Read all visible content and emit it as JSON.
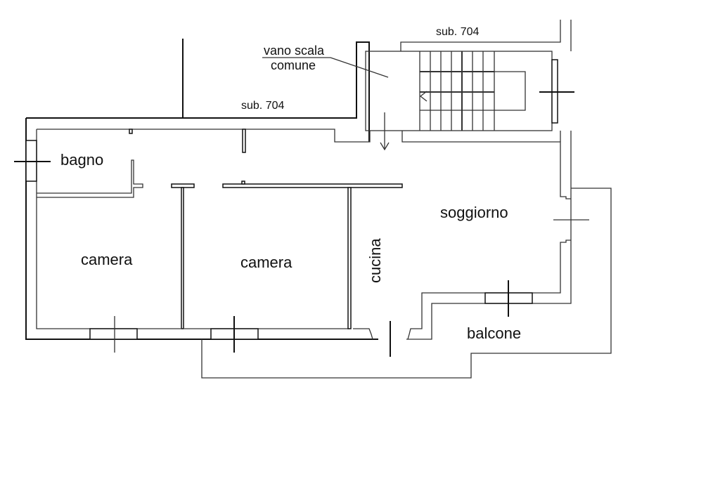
{
  "plan": {
    "labels": {
      "sub_top": "sub. 704",
      "sub_left": "sub. 704",
      "stair_line1": "vano scala",
      "stair_line2": "comune"
    },
    "rooms": {
      "bagno": "bagno",
      "camera1": "camera",
      "camera2": "camera",
      "cucina": "cucina",
      "soggiorno": "soggiorno",
      "balcone": "balcone"
    },
    "colors": {
      "line": "#111111",
      "background": "#ffffff"
    }
  }
}
